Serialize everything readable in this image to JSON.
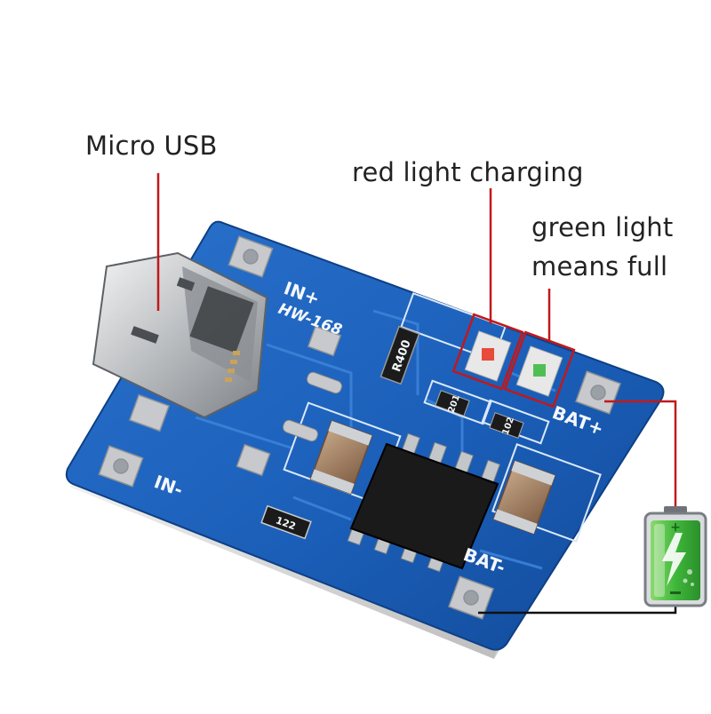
{
  "captions": {
    "micro_usb": "Micro USB",
    "red_light": "red light charging",
    "green_light_line1": "green light",
    "green_light_line2": "means full"
  },
  "board": {
    "in_plus": "IN+",
    "model": "HW-168",
    "in_minus": "IN-",
    "bat_plus": "BAT+",
    "bat_minus": "BAT-",
    "resistor_r400": "R400",
    "resistor_122": "122",
    "resistor_201": "201",
    "resistor_102": "102"
  },
  "colors": {
    "pcb_blue": "#1a5fb8",
    "annotation_red": "#c0191c",
    "battery_green": "#3fb83a"
  },
  "icons": {
    "battery": "battery-charging-icon"
  }
}
